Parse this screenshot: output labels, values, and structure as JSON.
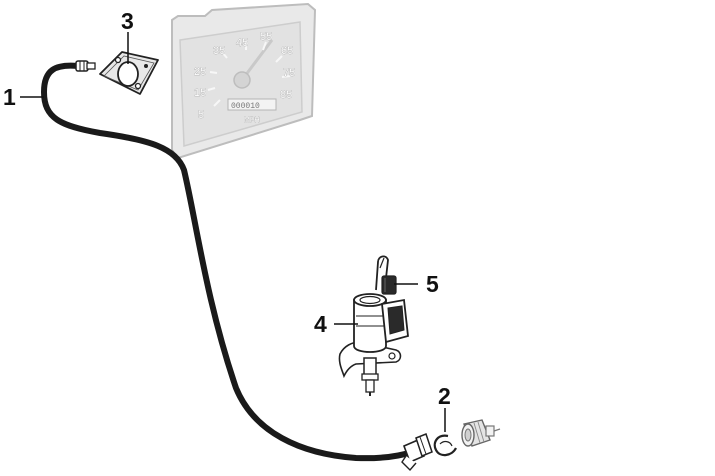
{
  "callouts": {
    "c1": "1",
    "c2": "2",
    "c3": "3",
    "c4": "4",
    "c5": "5"
  },
  "speedometer": {
    "dial_numbers": [
      "5",
      "15",
      "25",
      "35",
      "45",
      "55",
      "65",
      "75",
      "85"
    ],
    "odometer": "000010",
    "unit": "MPH"
  },
  "colors": {
    "cable": "#1a1a1a",
    "line_art": "#333333",
    "gauge_face": "#e6e6e6"
  }
}
